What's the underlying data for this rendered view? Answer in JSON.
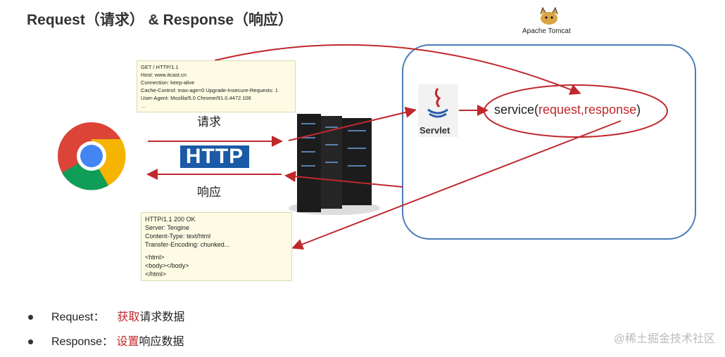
{
  "title": "Request（请求） & Response（响应）",
  "tomcat_label": "Apache Tomcat",
  "request_box": [
    "GET / HTTP/1.1",
    "Host: www.itcast.cn",
    "Connection: keep-alive",
    "Cache-Control: max-age=0 Upgrade-Insecure-Requests: 1",
    "User-Agent: Mozilla/5.0 Chrome/91.0.4472.106",
    "…"
  ],
  "response_box": [
    "HTTP/1.1 200 OK",
    "Server: Tengine",
    "Content-Type: text/html",
    "Transfer-Encoding: chunked...",
    "",
    "<html>",
    "<body></body>",
    "</html>"
  ],
  "request_label": "请求",
  "response_label": "响应",
  "http_logo": "HTTP",
  "servlet_label": "Servlet",
  "service": {
    "prefix": "service(",
    "args": "request,response",
    "suffix": ")"
  },
  "bullets": [
    {
      "label": "Request：",
      "highlight": "获取",
      "rest": "请求数据"
    },
    {
      "label": "Response：",
      "highlight": "设置",
      "rest": "响应数据"
    }
  ],
  "watermark": "@稀土掘金技术社区",
  "colors": {
    "arrow": "#c0282d",
    "container": "#4a7bb7",
    "http_bg": "#1a5aa6"
  }
}
